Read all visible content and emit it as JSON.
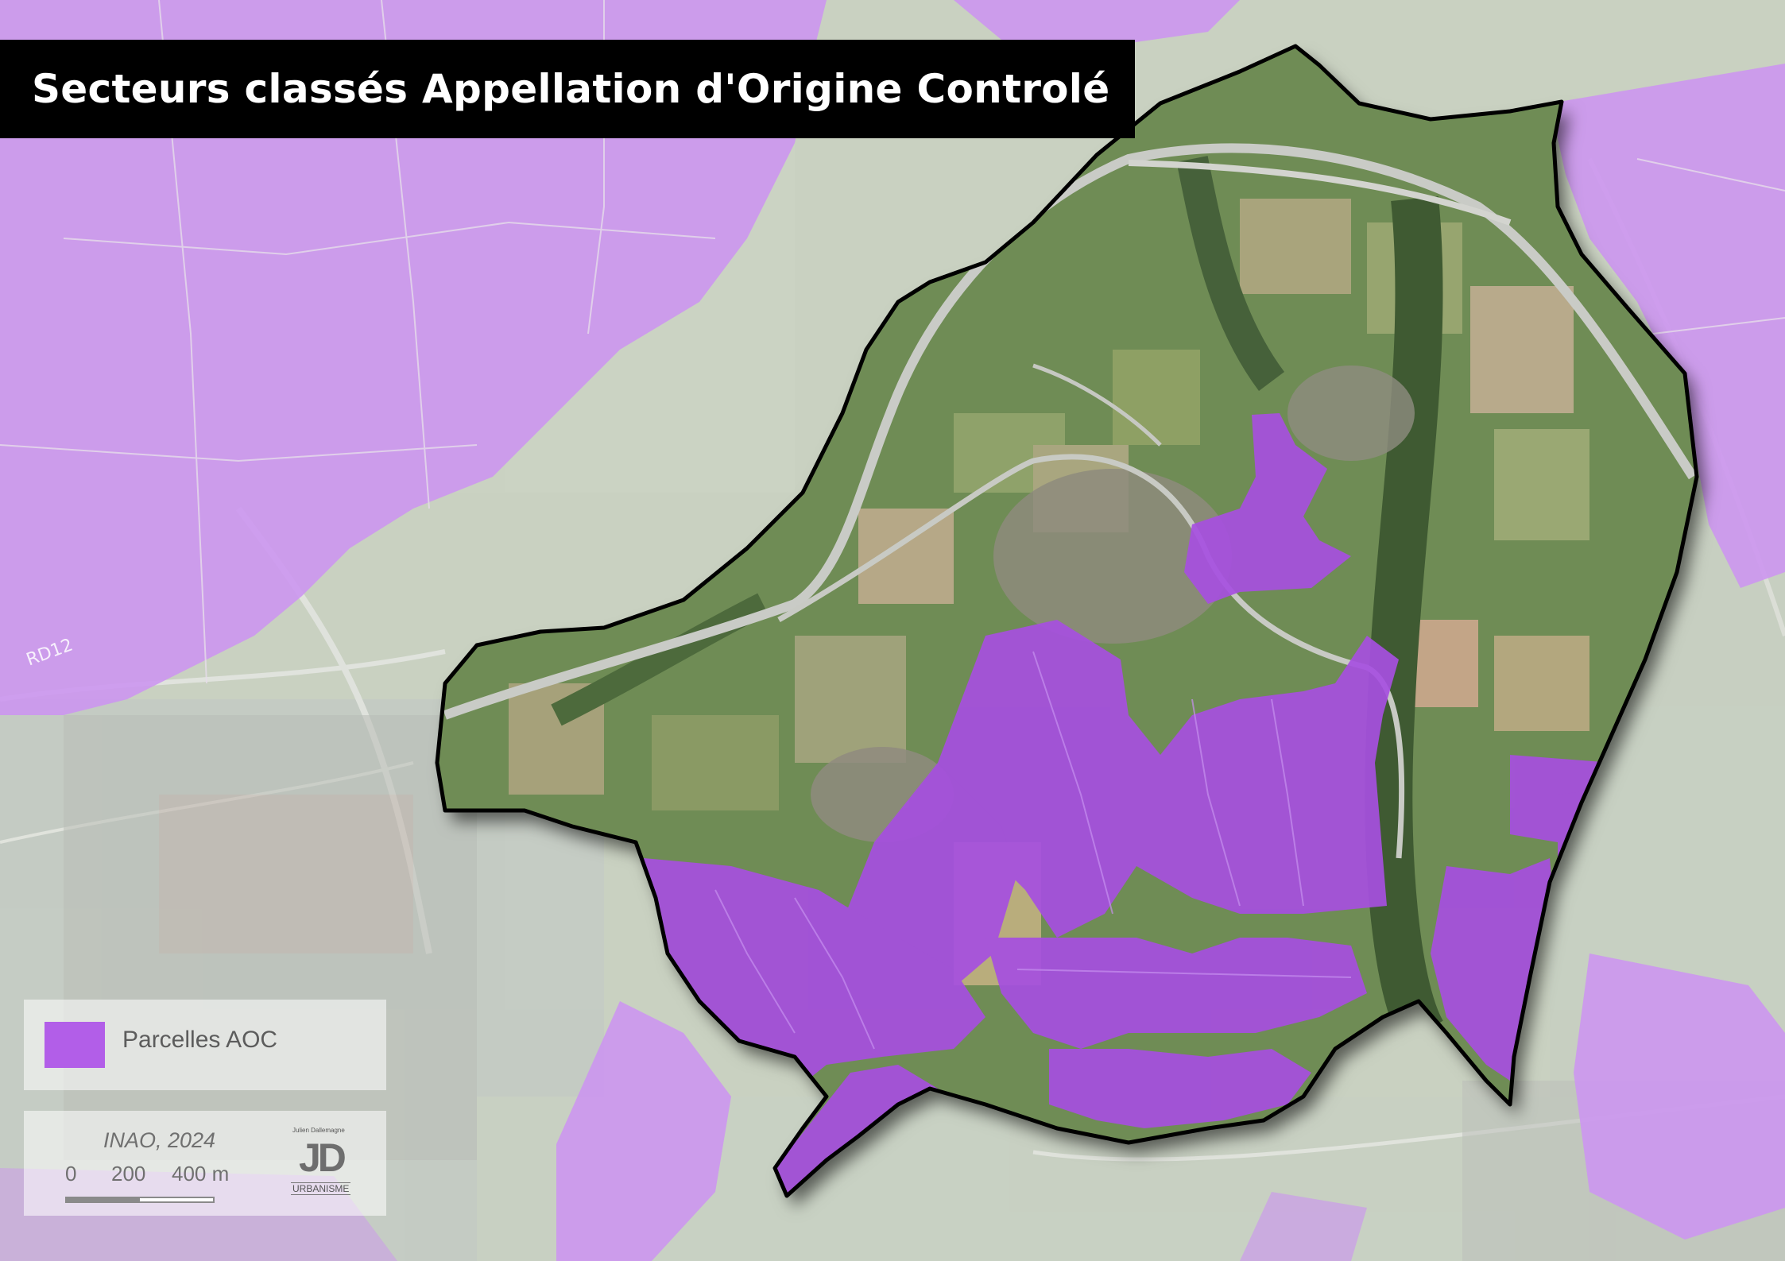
{
  "map": {
    "title": "Secteurs classés Appellation d'Origine Controlé",
    "road_label": "RD12",
    "aoc_color": "#b25ee8"
  },
  "legend": {
    "items": [
      {
        "label": "Parcelles AOC",
        "color": "#b25ee8"
      }
    ]
  },
  "scale": {
    "source": "INAO, 2024",
    "ticks": [
      "0",
      "200",
      "400 m"
    ]
  },
  "logo": {
    "top_text": "Julien Dallemagne",
    "mark": "JD",
    "bottom_text": "URBANISME"
  }
}
